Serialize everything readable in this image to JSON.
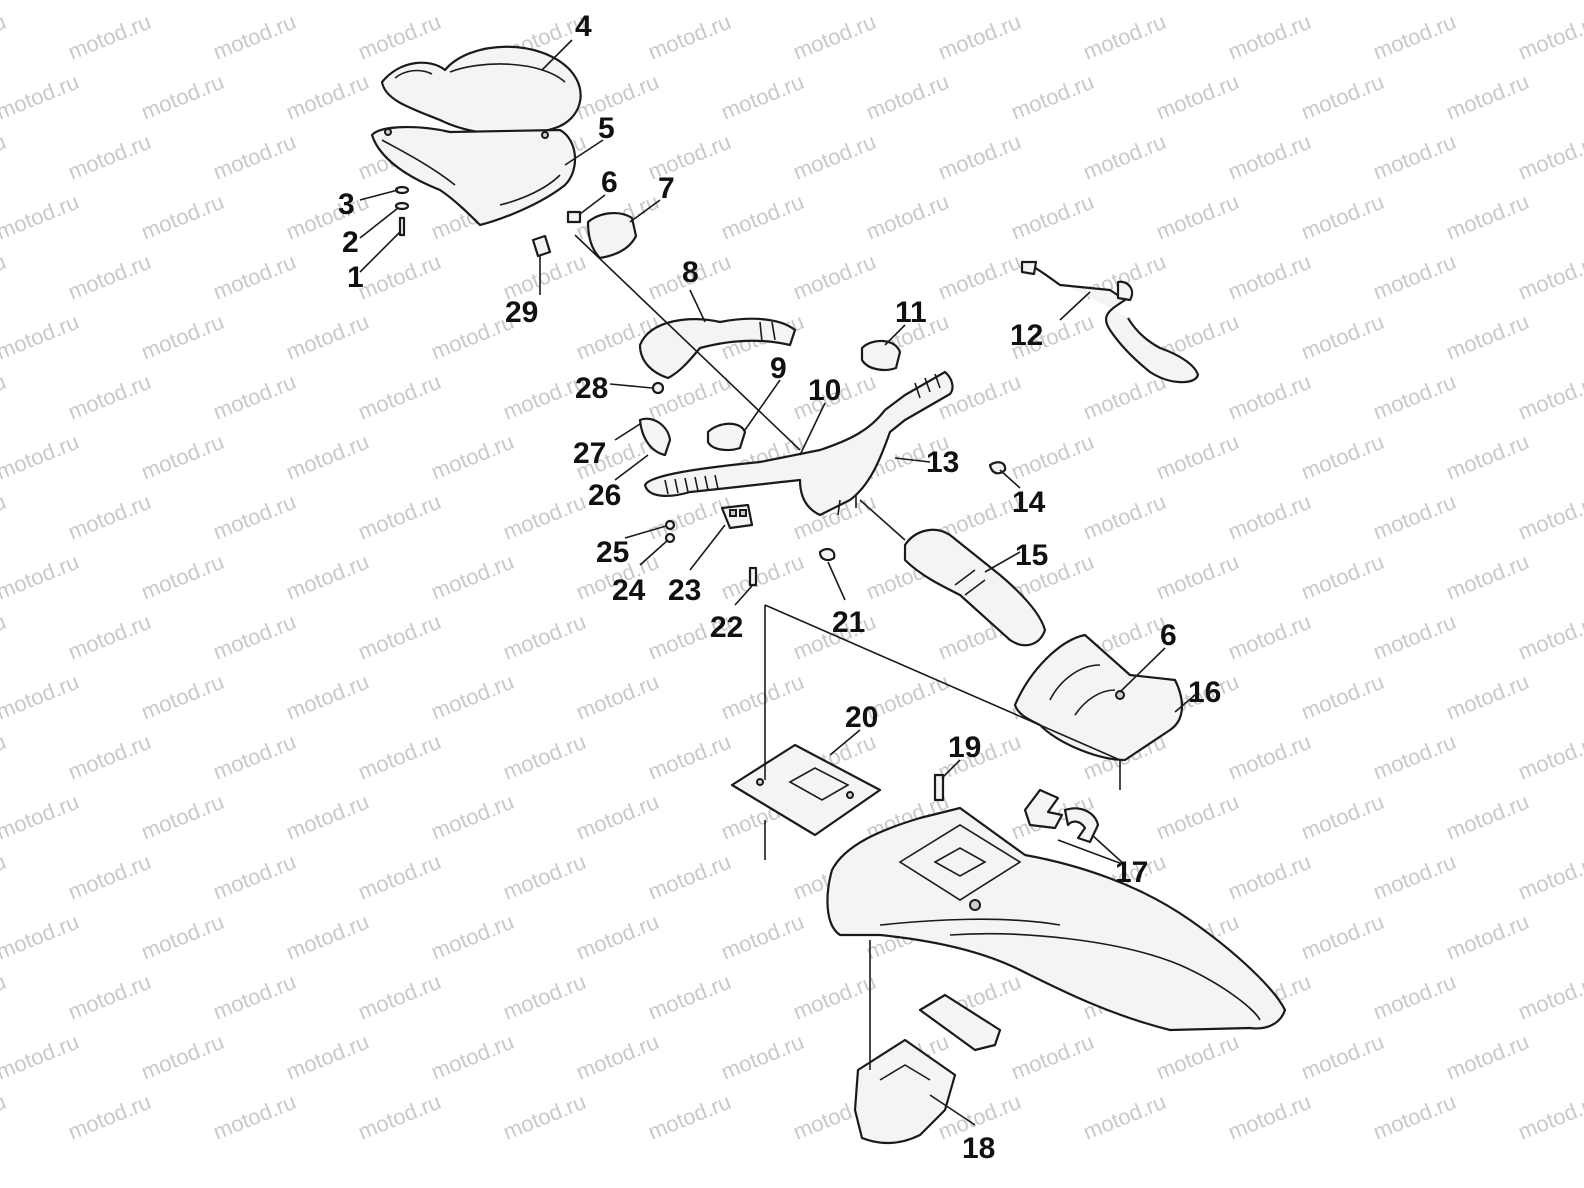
{
  "watermark": {
    "text": "motod.ru"
  },
  "callouts": [
    {
      "id": "c1",
      "label": "1"
    },
    {
      "id": "c2",
      "label": "2"
    },
    {
      "id": "c3",
      "label": "3"
    },
    {
      "id": "c4",
      "label": "4"
    },
    {
      "id": "c5",
      "label": "5"
    },
    {
      "id": "c6a",
      "label": "6"
    },
    {
      "id": "c7",
      "label": "7"
    },
    {
      "id": "c8",
      "label": "8"
    },
    {
      "id": "c9",
      "label": "9"
    },
    {
      "id": "c10",
      "label": "10"
    },
    {
      "id": "c11",
      "label": "11"
    },
    {
      "id": "c12",
      "label": "12"
    },
    {
      "id": "c13",
      "label": "13"
    },
    {
      "id": "c14",
      "label": "14"
    },
    {
      "id": "c15",
      "label": "15"
    },
    {
      "id": "c6b",
      "label": "6"
    },
    {
      "id": "c16",
      "label": "16"
    },
    {
      "id": "c17",
      "label": "17"
    },
    {
      "id": "c18",
      "label": "18"
    },
    {
      "id": "c19",
      "label": "19"
    },
    {
      "id": "c20",
      "label": "20"
    },
    {
      "id": "c21",
      "label": "21"
    },
    {
      "id": "c22",
      "label": "22"
    },
    {
      "id": "c23",
      "label": "23"
    },
    {
      "id": "c24",
      "label": "24"
    },
    {
      "id": "c25",
      "label": "25"
    },
    {
      "id": "c26",
      "label": "26"
    },
    {
      "id": "c27",
      "label": "27"
    },
    {
      "id": "c28",
      "label": "28"
    },
    {
      "id": "c29",
      "label": "29"
    }
  ]
}
